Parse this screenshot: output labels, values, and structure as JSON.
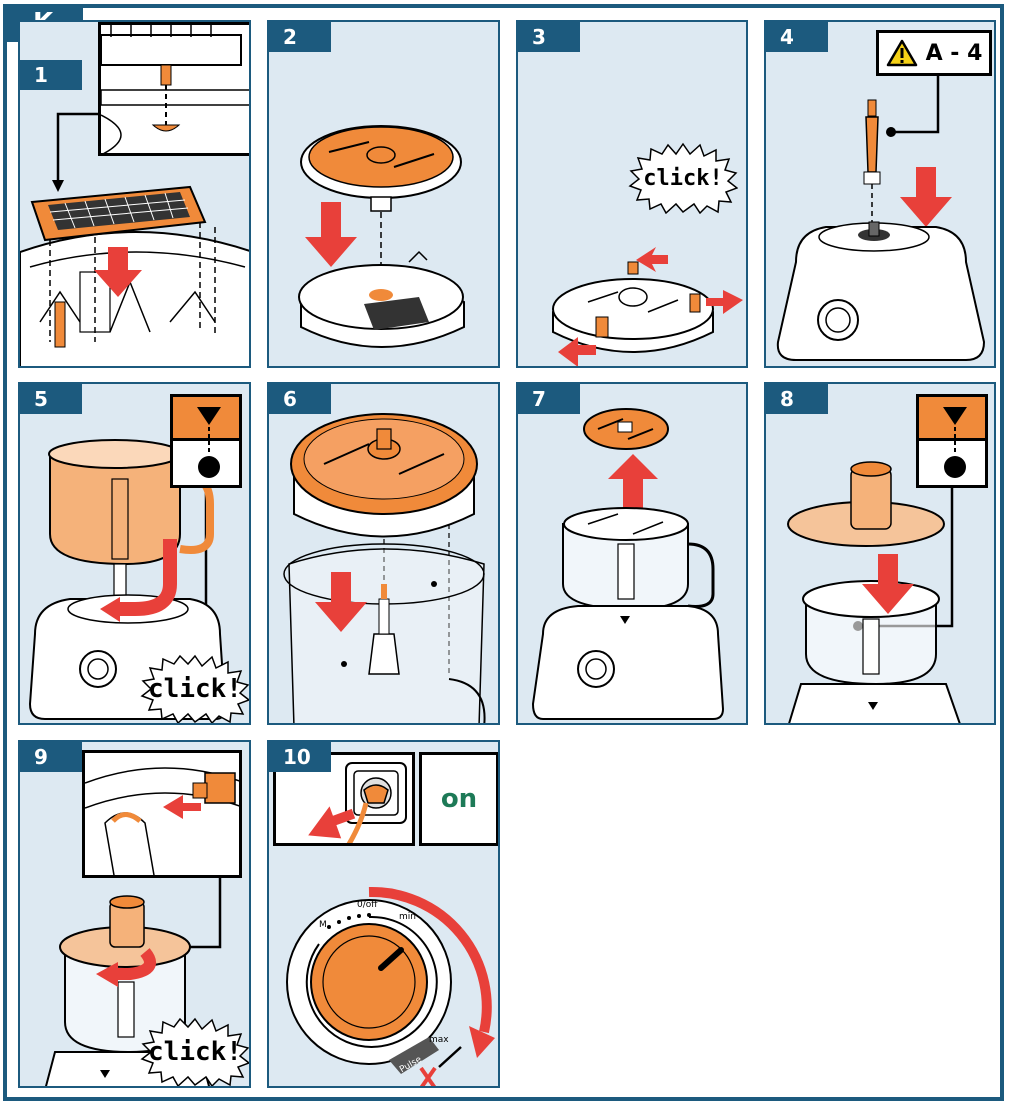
{
  "section_label": "K",
  "steps": [
    {
      "number": "1"
    },
    {
      "number": "2"
    },
    {
      "number": "3",
      "callout": "click!"
    },
    {
      "number": "4",
      "warning_label": "A - 4"
    },
    {
      "number": "5",
      "callout": "click!"
    },
    {
      "number": "6"
    },
    {
      "number": "7"
    },
    {
      "number": "8"
    },
    {
      "number": "9",
      "callout": "click!"
    },
    {
      "number": "10",
      "switch_label": "on",
      "dial_labels": {
        "m": "M",
        "off": "0/off",
        "min": "min",
        "max": "max",
        "pulse": "Pulse"
      }
    }
  ],
  "colors": {
    "frame": "#1c5a7e",
    "panel_bg": "#dde9f2",
    "accent_orange": "#f08a3a",
    "arrow_red": "#e8403a",
    "on_green": "#1d7a57"
  },
  "icons": [
    "warning-triangle-icon",
    "wall-socket-icon",
    "dial-icon",
    "no-symbol-icon"
  ]
}
